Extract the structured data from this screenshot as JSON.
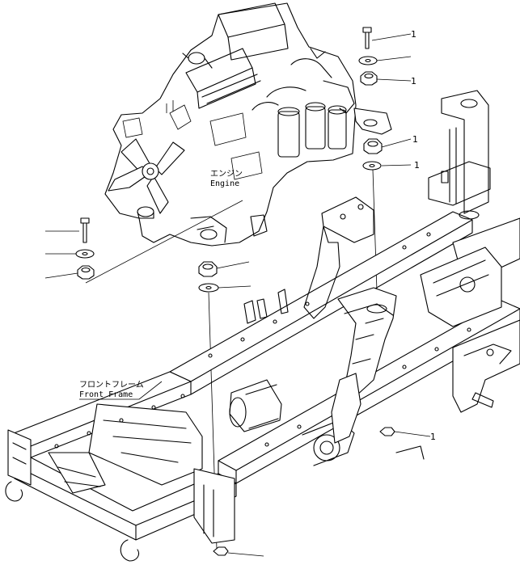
{
  "labels": {
    "engine_jp": "エンジン",
    "engine_en": "Engine",
    "frame_jp": "フロントフレーム",
    "frame_en": "Front Frame"
  },
  "callouts": [
    "1",
    "1",
    "1",
    "1",
    "1"
  ]
}
